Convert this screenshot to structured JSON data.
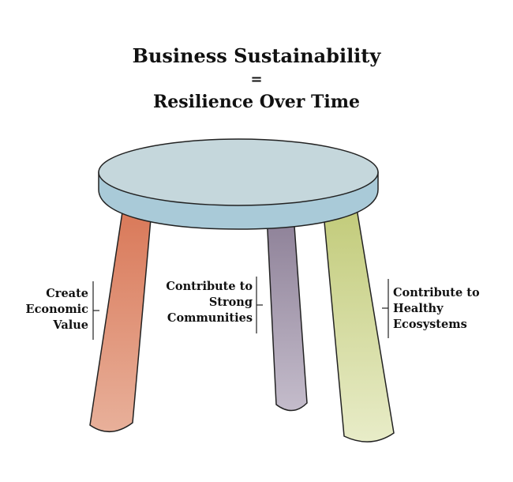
{
  "title": {
    "line1": "Business Sustainability",
    "line2": "=",
    "line3": "Resilience Over Time"
  },
  "legs": [
    {
      "lines": [
        "Create",
        "Economic",
        "Value"
      ],
      "color_top": "#d97858",
      "color_bottom": "#e8b09a"
    },
    {
      "lines": [
        "Contribute to",
        "Strong",
        "Communities"
      ],
      "color_top": "#8d8097",
      "color_bottom": "#c4bccb"
    },
    {
      "lines": [
        "Contribute to",
        "Healthy",
        "Ecosystems"
      ],
      "color_top": "#c2cb7a",
      "color_bottom": "#e8ecc8"
    }
  ],
  "seat": {
    "color_top": "#c5d7dc",
    "color_rim": "#a9cad8"
  }
}
